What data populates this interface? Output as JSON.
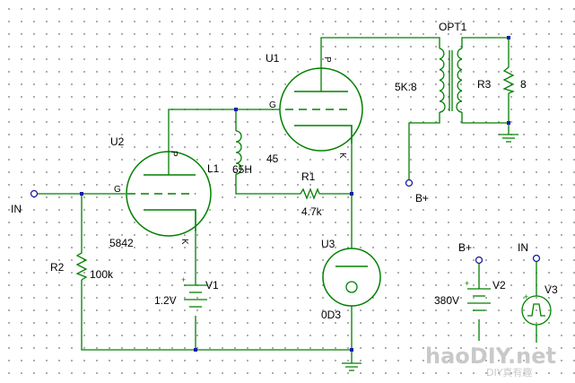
{
  "labels": {
    "in_left": "IN",
    "r2_ref": "R2",
    "r2_val": "100k",
    "u2_ref": "U2",
    "u2_part": "5842",
    "u2_grid": "G",
    "u2_plate": "P",
    "u2_cathode": "K",
    "l1_ref": "L1",
    "l1_val": "65H",
    "val_45": "45",
    "r1_ref": "R1",
    "r1_val": "4.7k",
    "u1_ref": "U1",
    "u1_grid": "G",
    "u1_plate": "P",
    "u1_cathode": "K",
    "u3_ref": "U3",
    "u3_part": "0D3",
    "v1_ref": "V1",
    "v1_val": "1.2V",
    "opt_ref": "OPT1",
    "opt_ratio": "5K:8",
    "r3_ref": "R3",
    "r3_val": "8",
    "bplus_opt": "B+",
    "bplus_supply": "B+",
    "v2_ref": "V2",
    "v2_val": "380V",
    "in_source": "IN",
    "v3_ref": "V3"
  },
  "watermark": {
    "logo": "haoDIY.net",
    "sub": "DIY真有趣"
  }
}
